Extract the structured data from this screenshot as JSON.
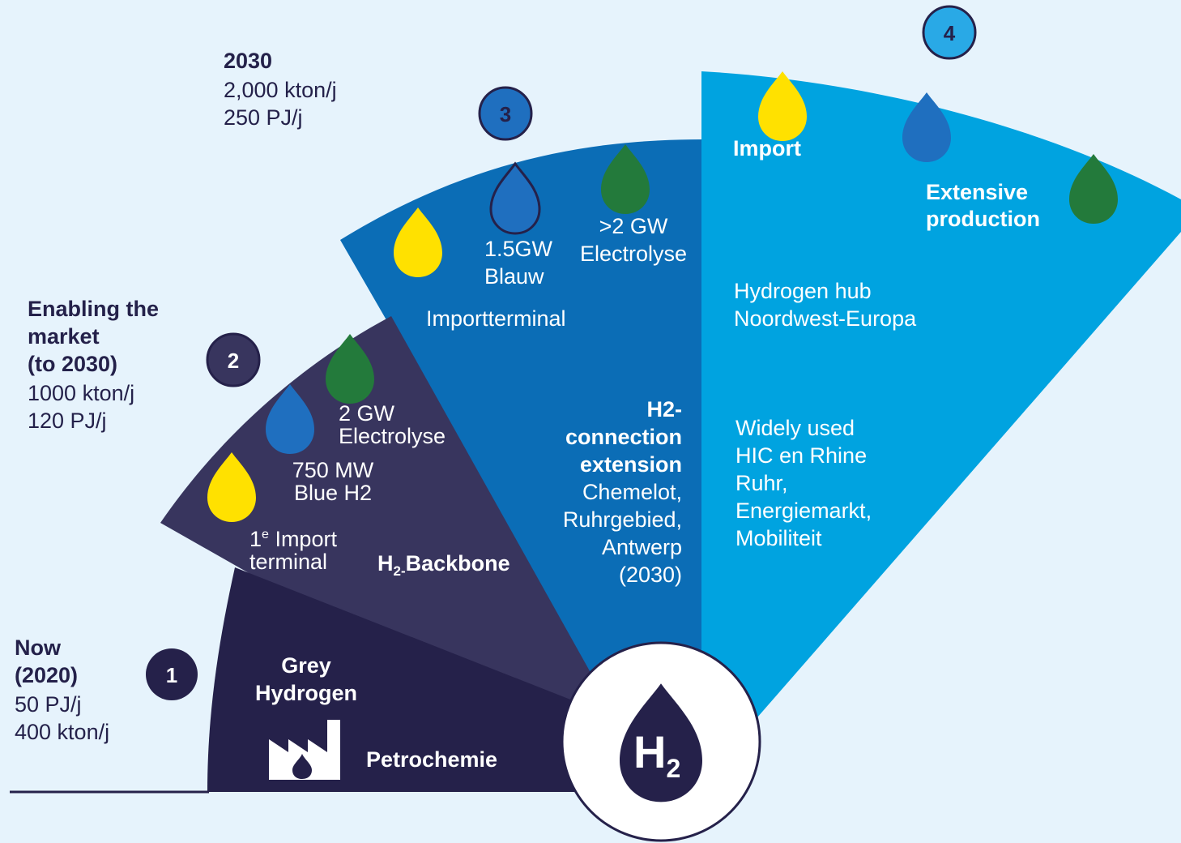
{
  "stages": [
    {
      "number": "1",
      "side_title": "Now\n(2020)",
      "side_stats": "50 PJ/j\n400 kton/j",
      "title": "Grey\nHydrogen",
      "sector": "Petrochemie",
      "color": "#25214a"
    },
    {
      "number": "2",
      "side_title": "Enabling the\nmarket\n(to 2030)",
      "side_stats": "1000 kton/j\n120 PJ/j",
      "blue_label": "750 MW\nBlue H2",
      "green_label": "2 GW\nElectrolyse",
      "import_label_prefix": "1",
      "import_label_sup": "e",
      "import_label_rest": " Import",
      "import_label_line2": "terminal",
      "backbone_h": "H",
      "backbone_sub": "2-",
      "backbone_rest": "Backbone",
      "color": "#38355e"
    },
    {
      "number": "3",
      "side_title": "2030",
      "side_stats": "2,000 kton/j\n250 PJ/j",
      "blue_label": "1.5GW\nBlauw",
      "green_label": ">2 GW\nElectrolyse",
      "terminal": "Importterminal",
      "connection_title": "H2-\nconnection\nextension",
      "connection_places": "Chemelot,\nRuhrgebied,\nAntwerp\n(2030)",
      "color": "#0b6db6"
    },
    {
      "number": "4",
      "import_label": "Import",
      "production_label": "Extensive\nproduction",
      "hub": "Hydrogen hub\nNoordwest-Europa",
      "usage": "Widely used\nHIC en Rhine\nRuhr,\nEnergiemarkt,\nMobiliteit",
      "color": "#00a3e0"
    }
  ],
  "center": {
    "h": "H",
    "sub": "2"
  },
  "colors": {
    "background": "#e6f3fc",
    "grey_drop": "#ffe100",
    "blue_drop": "#1f6fbf",
    "green_drop": "#237a3b",
    "navy": "#25214a"
  }
}
